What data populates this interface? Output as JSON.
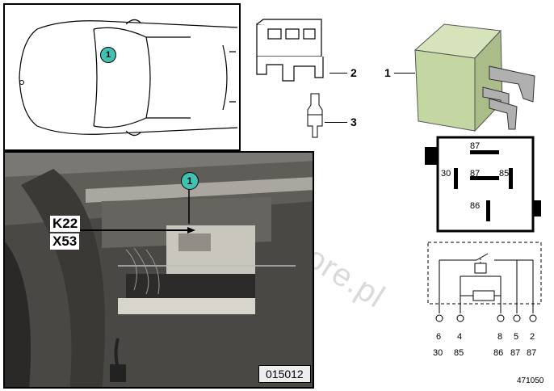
{
  "callout": {
    "marker": "1"
  },
  "labels": {
    "item1": "1",
    "item2": "2",
    "item3": "3"
  },
  "photo": {
    "connector_a": "K22",
    "connector_b": "X53",
    "code": "015012"
  },
  "relay_pins": {
    "top": "87",
    "left": "30",
    "center": "87",
    "right": "85",
    "bottom": "86"
  },
  "schematic": {
    "pin_numbers": [
      "6",
      "4",
      "8",
      "5",
      "2"
    ],
    "terminals": [
      "30",
      "85",
      "86",
      "87",
      "87"
    ]
  },
  "figure_number": "471050",
  "watermark": "www.Bimmerstore.pl",
  "colors": {
    "relay_green": "#c4d6a2",
    "callout_teal": "#3fc1b4"
  }
}
